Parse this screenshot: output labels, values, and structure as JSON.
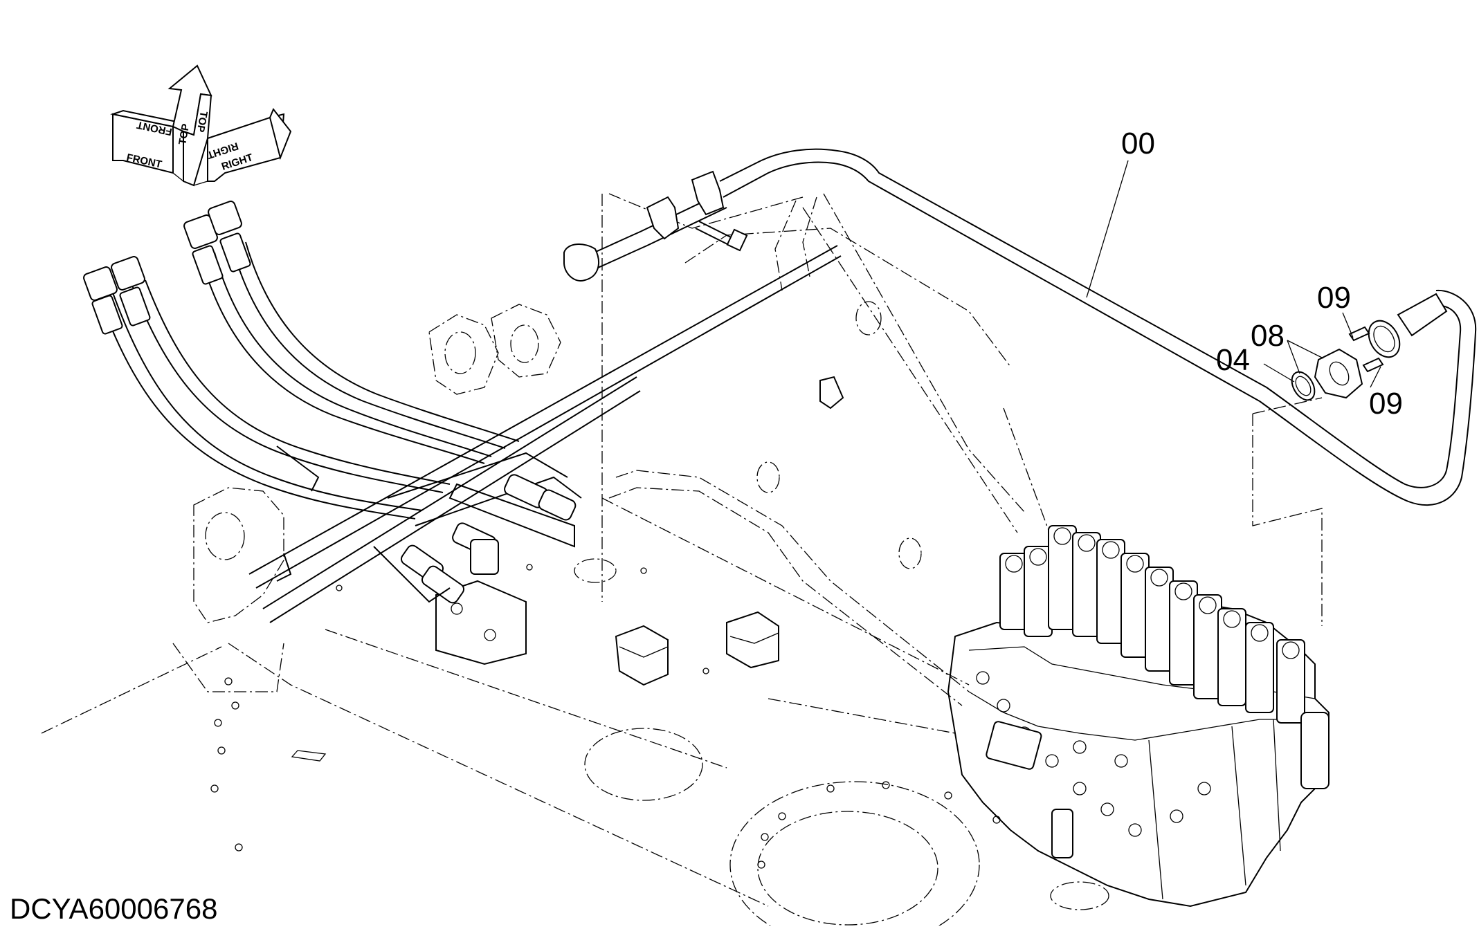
{
  "diagram": {
    "document_id": "DCYA60006768",
    "orientation_indicator": {
      "front": "FRONT",
      "top": "TOP",
      "right": "RIGHT"
    },
    "callouts": [
      {
        "id": "c00",
        "label": "00"
      },
      {
        "id": "c09a",
        "label": "09"
      },
      {
        "id": "c08",
        "label": "08"
      },
      {
        "id": "c04",
        "label": "04"
      },
      {
        "id": "c09b",
        "label": "09"
      }
    ]
  }
}
